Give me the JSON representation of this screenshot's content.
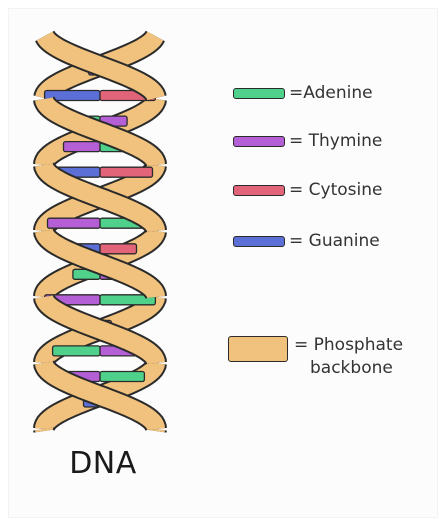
{
  "caption": "DNA",
  "legend": [
    {
      "label": "=Adenine",
      "color": "#4fd18b"
    },
    {
      "label": "= Thymine",
      "color": "#b45fd6"
    },
    {
      "label": "= Cytosine",
      "color": "#e26479"
    },
    {
      "label": "= Guanine",
      "color": "#5b6fd6"
    }
  ],
  "backbone": {
    "line1": "= Phosphate",
    "line2": "backbone",
    "color": "#f1c27d",
    "outline": "#2b2b2b"
  },
  "base_pairs": [
    [
      "thymine",
      "adenine"
    ],
    [
      "guanine",
      "cytosine"
    ],
    [
      "adenine",
      "thymine"
    ],
    [
      "thymine",
      "adenine"
    ],
    [
      "guanine",
      "cytosine"
    ],
    [
      "adenine",
      "thymine"
    ],
    [
      "thymine",
      "adenine"
    ],
    [
      "guanine",
      "cytosine"
    ],
    [
      "adenine",
      "thymine"
    ],
    [
      "thymine",
      "adenine"
    ],
    [
      "guanine",
      "cytosine"
    ],
    [
      "adenine",
      "thymine"
    ],
    [
      "thymine",
      "adenine"
    ],
    [
      "guanine",
      "cytosine"
    ]
  ]
}
